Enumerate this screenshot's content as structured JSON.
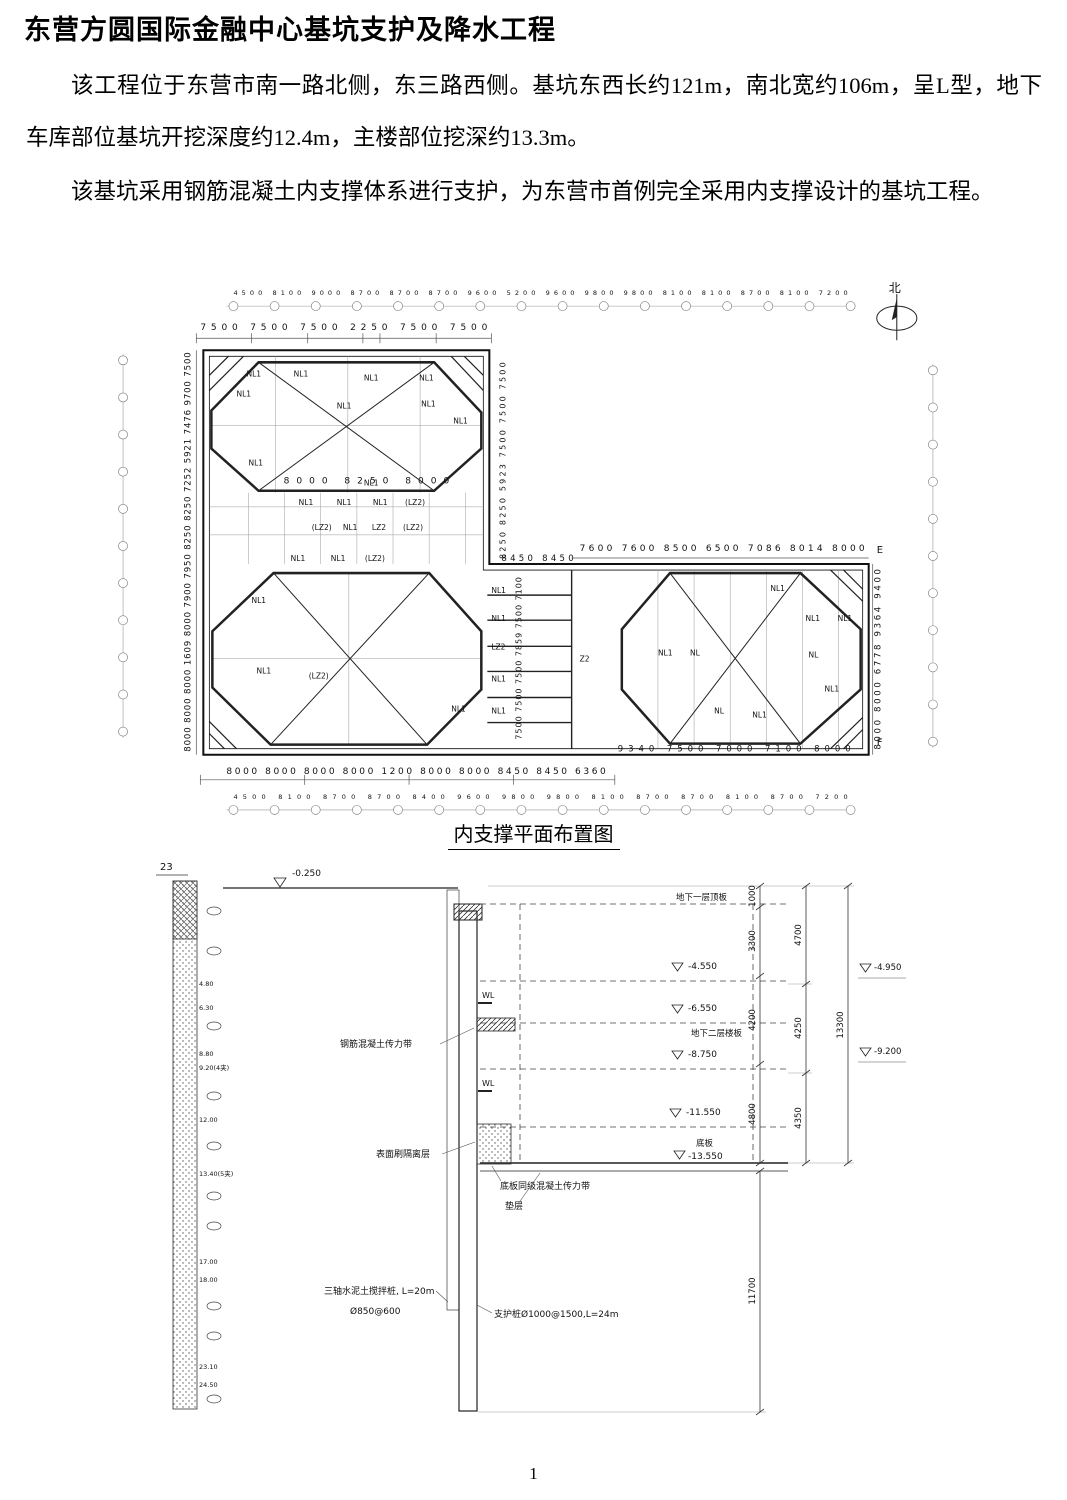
{
  "page": {
    "number": "1"
  },
  "title": "东营方圆国际金融中心基坑支护及降水工程",
  "paragraphs": [
    "该工程位于东营市南一路北侧，东三路西侧。基坑东西长约121m，南北宽约106m，呈L型，地下车库部位基坑开挖深度约12.4m，主楼部位挖深约13.3m。",
    "该基坑采用钢筋混凝土内支撑体系进行支护，为东营市首例完全采用内支撑设计的基坑工程。"
  ],
  "plan": {
    "caption": "内支撑平面布置图",
    "north": "北",
    "axis_top": "4500 8100 9000 8700 8700 8700 9600 5200 9600 9800 9800 8100 8100 8700 8100 7200",
    "axis_bottom": "4500 8100 8700 8700 8400 9600 9800 9800 8100 8700 8700 8100 8700 7200",
    "dims_top": "7500 7500 7500 2250 7500 7500",
    "dims_mid": "8000 8250 8000",
    "dims_junction": "8450 8450",
    "dims_wing_top": "7600 7600 8500 6500 7086 8014 8000",
    "dims_bottom": "8000 8000 8000 8000 1200 8000 8000 8450 8450 6360",
    "dims_wing_bottom": "9340 7500 7000 7100 8000",
    "dims_left": "8000 8000 8000 1609 8000 7900 7950 8250 8250 7252 5921 7476 9700 7500",
    "dims_block_right": "8250 8250 5923 7500 7500 7500",
    "dims_ladder": "7500 7500 7500 7859 7500 7100",
    "dims_wing_right": "8000 8000 6778 9364 9400",
    "lbl_nl1": "NL1",
    "lbl_nl": "NL",
    "lbl_lz2": "LZ2",
    "lbl_lz2_paren": "(LZ2)",
    "lbl_z2": "Z2",
    "lbl_e": "E",
    "lbl_f": "F"
  },
  "section": {
    "bore_id": "23",
    "lvl_ground": "-0.250",
    "lbl_b1_roof": "地下一层顶板",
    "lvl_minus4550": "-4.550",
    "lvl_minus6550": "-6.550",
    "lbl_b2_slab": "地下二层楼板",
    "lvl_minus8750": "-8.750",
    "lvl_minus11550": "-11.550",
    "lbl_base_slab": "底板",
    "lvl_minus13550": "-13.550",
    "lbl_wl": "WL",
    "lbl_rc_transfer": "钢筋混凝土传力带",
    "lbl_surface_layer": "表面刷隔离层",
    "lbl_base_transfer": "底板同级混凝土传力带",
    "lbl_cushion": "垫层",
    "lbl_mixing_pile": "三轴水泥土搅拌桩, L=20m",
    "lbl_mixing_spec": "Ø850@600",
    "lbl_support_pile": "支护桩Ø1000@1500,L=24m",
    "dim_1000": "1000",
    "dim_3300": "3300",
    "dim_4200": "4200",
    "dim_4800": "4800",
    "dim_4700": "4700",
    "dim_4250": "4250",
    "dim_4350": "4350",
    "dim_13300": "13300",
    "dim_11700": "11700",
    "lvl_right_upper": "-4.950",
    "lvl_right_lower": "-9.200",
    "depths": [
      "4.80",
      "6.30",
      "8.80",
      "9.20(4夹)",
      "12.00",
      "13.40(5夹)",
      "17.00",
      "18.00",
      "23.10",
      "24.50"
    ]
  }
}
